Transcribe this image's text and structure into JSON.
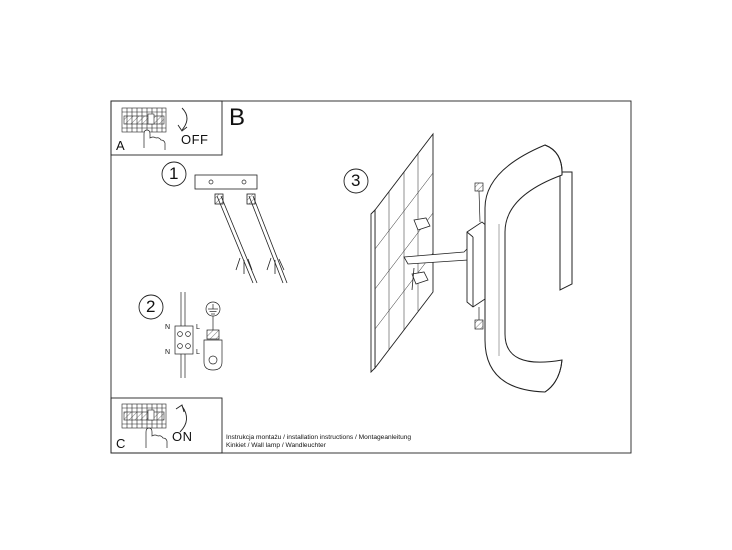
{
  "panels": {
    "a": {
      "letter": "A",
      "state": "OFF"
    },
    "b": {
      "letter": "B"
    },
    "c": {
      "letter": "C",
      "state": "ON"
    }
  },
  "steps": {
    "one": "1",
    "two": "2",
    "three": "3"
  },
  "wiring": {
    "neutral": "N",
    "live": "L"
  },
  "caption": {
    "line1": "Instrukcja montażu / installation instructions / Montageanleitung",
    "line2": "Kinkiet / Wall lamp / Wandleuchter"
  },
  "icons": {
    "breaker": "circuit-breaker-icon",
    "hand": "hand-icon",
    "switch_off": "arrow-down-icon",
    "switch_on": "arrow-up-icon",
    "ground": "ground-symbol-icon"
  }
}
